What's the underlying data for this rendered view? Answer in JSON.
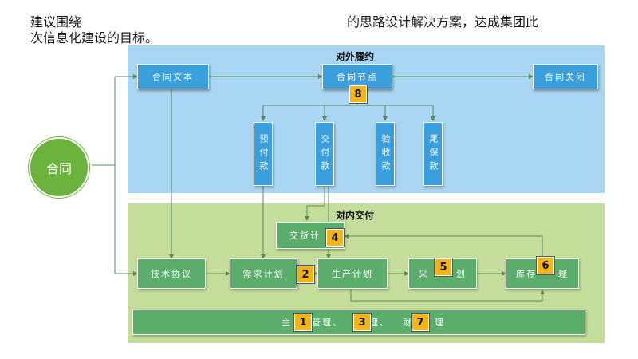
{
  "intro": {
    "line1_left": "建议围绕",
    "line1_right": "的思路设计解决方案，达成集团此",
    "line2": "次信息化建设的目标。"
  },
  "external_panel": {
    "title": "对外履约",
    "color": "#a9d6f3"
  },
  "internal_panel": {
    "title": "对内交付",
    "color": "#c5dd9a"
  },
  "contract": {
    "label": "合同"
  },
  "external_nodes": {
    "contract_text": "合同文本",
    "contract_node": "合同节点",
    "contract_close": "合同关闭",
    "prepayment": "预付款",
    "delivery_payment": "交付款",
    "acceptance_payment": "验收款",
    "retention_payment": "尾保款"
  },
  "internal_nodes": {
    "delivery_plan": "交货计",
    "tech_agreement": "技术协议",
    "demand_plan": "需求计划",
    "production_plan": "生产计划",
    "purchase_plan_start": "采",
    "purchase_plan_end": "划",
    "inventory_start": "库存",
    "inventory_end": "理",
    "bottom_bar_parts": [
      "主",
      "管理、",
      "理、",
      "财",
      "理"
    ]
  },
  "badges": [
    "1",
    "2",
    "3",
    "4",
    "5",
    "6",
    "7",
    "8"
  ],
  "colors": {
    "blue_box": "#3a9fdc",
    "green_box": "#5aad6a",
    "badge": "#f3b417",
    "circle": "#6cb33e"
  }
}
